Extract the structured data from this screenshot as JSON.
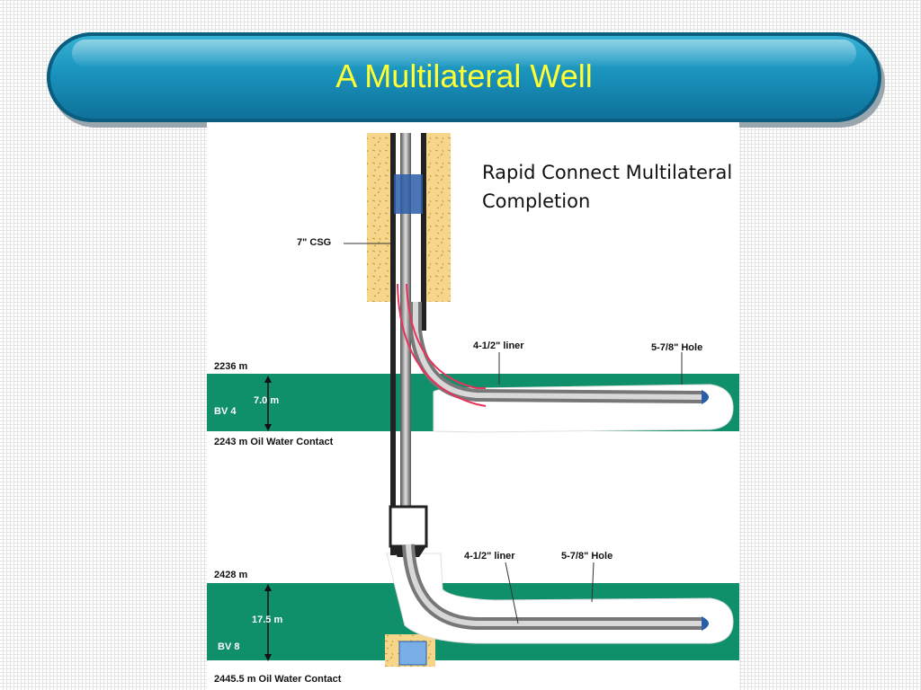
{
  "slide": {
    "title": "A Multilateral Well"
  },
  "figure": {
    "caption": "Rapid Connect Multilateral Completion",
    "labels": {
      "casing": "7\" CSG",
      "upper_liner": "4-1/2\" liner",
      "upper_hole": "5-7/8\" Hole",
      "lower_liner": "4-1/2\" liner",
      "lower_hole": "5-7/8\" Hole"
    },
    "upper_zone": {
      "top_depth": "2236 m",
      "thickness": "7.0 m",
      "name": "BV 4",
      "contact": "2243 m  Oil Water Contact"
    },
    "lower_zone": {
      "top_depth": "2428 m",
      "thickness": "17.5 m",
      "name": "BV 8",
      "contact": "2445.5 m  Oil Water Contact"
    },
    "colors": {
      "zone": "#0f8f6a",
      "sand": "#f5d68a",
      "tubing": "#8c8c8c",
      "line": "#e8325a"
    }
  }
}
